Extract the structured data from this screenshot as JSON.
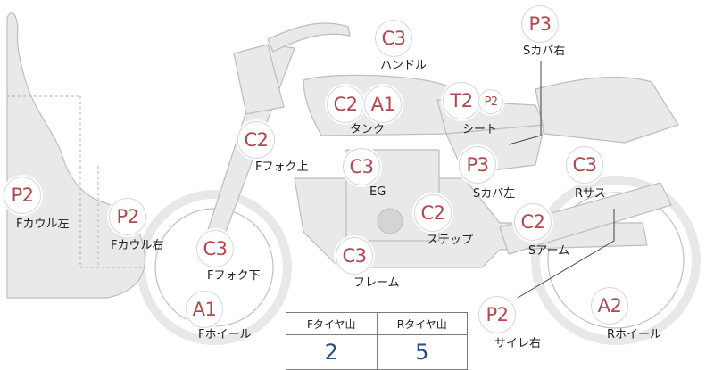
{
  "badges": [
    {
      "code": "P3"
    },
    {
      "code": "C3"
    },
    {
      "code": "C2"
    },
    {
      "code": "A1"
    },
    {
      "code": "T2"
    },
    {
      "code": "P2"
    },
    {
      "code": "C2"
    },
    {
      "code": "C3"
    },
    {
      "code": "P3"
    },
    {
      "code": "C3"
    },
    {
      "code": "P2"
    },
    {
      "code": "P2"
    },
    {
      "code": "C2"
    },
    {
      "code": "C2"
    },
    {
      "code": "C3"
    },
    {
      "code": "C3"
    },
    {
      "code": "A1"
    },
    {
      "code": "P2"
    },
    {
      "code": "A2"
    }
  ],
  "parts": {
    "s_cover_right_top": "Sカバ右",
    "handle": "ハンドル",
    "tank": "タンク",
    "seat": "シート",
    "f_fork_upper": "Fフォク上",
    "engine": "EG",
    "s_cover_left": "Sカバ左",
    "r_suspension": "Rサス",
    "f_cowl_left": "Fカウル左",
    "f_cowl_right": "Fカウル右",
    "step": "ステップ",
    "swing_arm": "Sアーム",
    "f_fork_lower": "Fフォク下",
    "frame": "フレーム",
    "f_wheel": "Fホイール",
    "side_cover_right": "サイレ右",
    "r_wheel": "Rホイール"
  },
  "tire_table": {
    "headers": [
      "Fタイヤ山",
      "Rタイヤ山"
    ],
    "values": [
      "2",
      "5"
    ]
  }
}
